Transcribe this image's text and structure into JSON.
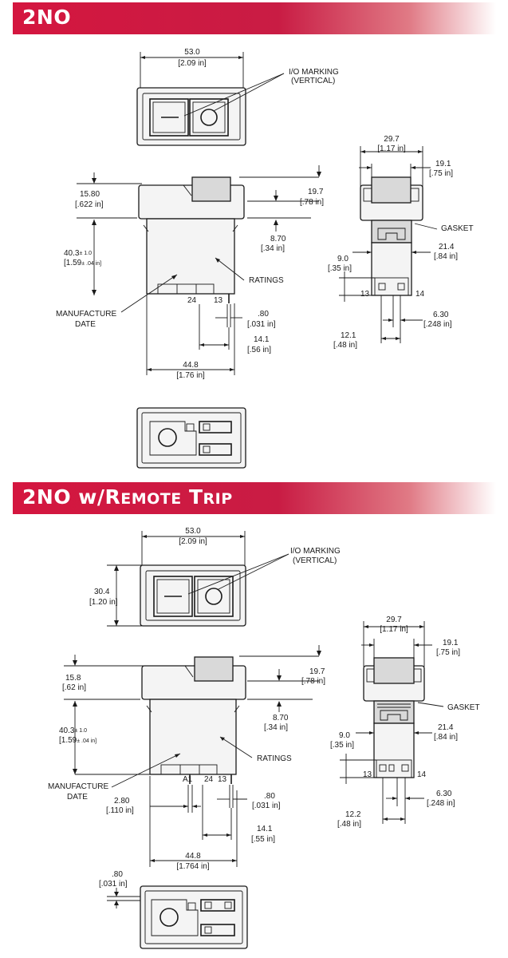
{
  "sections": [
    {
      "title": "2NO",
      "front": {
        "width": "53.0",
        "width_in": "[2.09 in]",
        "io_marking": "I/O MARKING",
        "io_vertical": "(VERTICAL)"
      },
      "side": {
        "top_h": "15.80",
        "top_h_in": "[.622 in]",
        "act_h": "19.7",
        "act_h_in": "[.78 in]",
        "flange": "8.70",
        "flange_in": "[.34 in]",
        "body_h": "40.3",
        "body_h_tol": "± 1.0",
        "body_h_in": "[1.59",
        "body_h_tol_in": "± .04 in]",
        "ratings": "RATINGS",
        "mfg": "MANUFACTURE",
        "date": "DATE",
        "t24": "24",
        "t13": "13",
        "tab_w": ".80",
        "tab_w_in": "[.031 in]",
        "tab_sp": "14.1",
        "tab_sp_in": "[.56 in]",
        "depth": "44.8",
        "depth_in": "[1.76 in]"
      },
      "end": {
        "w": "29.7",
        "w_in": "[1.17 in]",
        "act_w": "19.1",
        "act_w_in": "[.75 in]",
        "gasket": "GASKET",
        "body_w": "21.4",
        "body_w_in": "[.84 in]",
        "term_h": "9.0",
        "term_h_in": "[.35 in]",
        "t13": "13",
        "t14": "14",
        "pitch": "6.30",
        "pitch_in": "[.248 in]",
        "span": "12.1",
        "span_in": "[.48 in]"
      }
    },
    {
      "title": "2NO w/Remote Trip",
      "title_main": "2NO w/R",
      "title_sc1": "EMOTE",
      "title_t": " T",
      "title_sc2": "RIP",
      "front": {
        "width": "53.0",
        "width_in": "[2.09 in]",
        "height": "30.4",
        "height_in": "[1.20 in]",
        "io_marking": "I/O MARKING",
        "io_vertical": "(VERTICAL)"
      },
      "side": {
        "top_h": "15.8",
        "top_h_in": "[.62 in]",
        "act_h": "19.7",
        "act_h_in": "[.78 in]",
        "flange": "8.70",
        "flange_in": "[.34 in]",
        "body_h": "40.3",
        "body_h_tol": "± 1.0",
        "body_h_in": "[1.59",
        "body_h_tol_in": "± .04 in]",
        "ratings": "RATINGS",
        "mfg": "MANUFACTURE",
        "date": "DATE",
        "ta1": "A1",
        "t24": "24",
        "t13": "13",
        "a1_off": "2.80",
        "a1_off_in": "[.110 in]",
        "tab_w": ".80",
        "tab_w_in": "[.031 in]",
        "tab_sp": "14.1",
        "tab_sp_in": "[.55 in]",
        "depth": "44.8",
        "depth_in": "[1.764 in]"
      },
      "end": {
        "w": "29.7",
        "w_in": "[1.17 in]",
        "act_w": "19.1",
        "act_w_in": "[.75 in]",
        "gasket": "GASKET",
        "body_w": "21.4",
        "body_w_in": "[.84 in]",
        "term_h": "9.0",
        "term_h_in": "[.35 in]",
        "t13": "13",
        "t14": "14",
        "pitch": "6.30",
        "pitch_in": "[.248 in]",
        "span": "12.2",
        "span_in": "[.48 in]"
      },
      "bottom": {
        "tab": ".80",
        "tab_in": "[.031 in]"
      }
    }
  ]
}
